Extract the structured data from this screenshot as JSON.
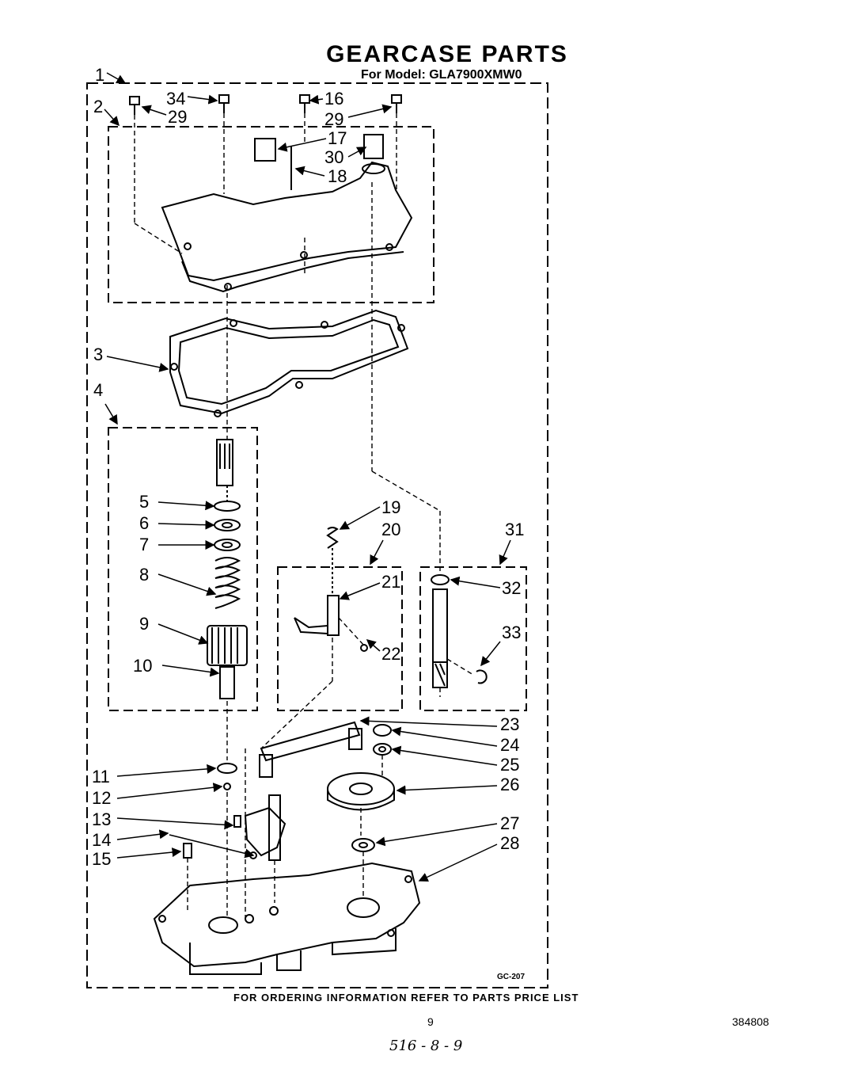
{
  "title": "GEARCASE PARTS",
  "model_line": "For Model: GLA7900XMW0",
  "order_note": "FOR ORDERING INFORMATION REFER TO PARTS PRICE LIST",
  "page_number": "9",
  "document_number": "384808",
  "handwritten_note": "516 - 8 - 9",
  "diagram_code": "GC-207",
  "callouts": [
    "1",
    "2",
    "3",
    "4",
    "5",
    "6",
    "7",
    "8",
    "9",
    "10",
    "11",
    "12",
    "13",
    "14",
    "15",
    "16",
    "17",
    "18",
    "19",
    "20",
    "21",
    "22",
    "23",
    "24",
    "25",
    "26",
    "27",
    "28",
    "29",
    "29",
    "30",
    "31",
    "32",
    "33",
    "34"
  ]
}
